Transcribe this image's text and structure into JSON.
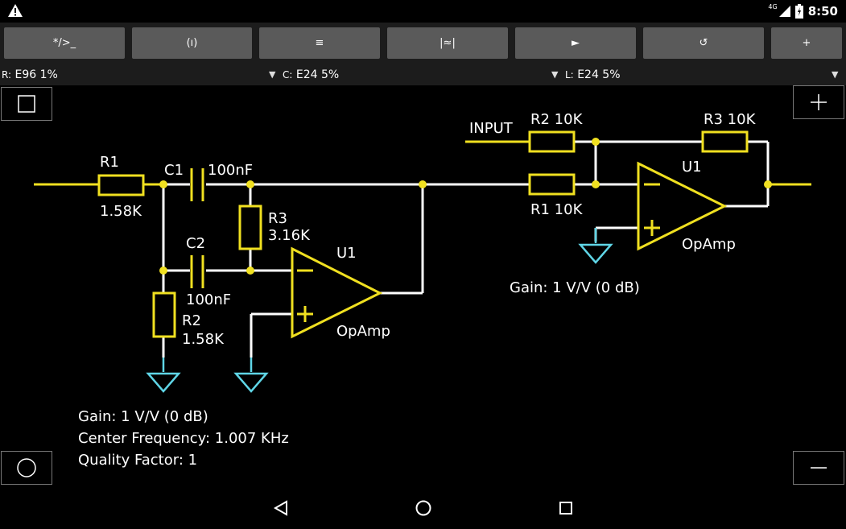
{
  "status": {
    "network": "4G",
    "time": "8:50"
  },
  "toolbar": {
    "buttons": [
      "*/>_",
      "(ı)",
      "≡",
      "|≈|",
      "►",
      "↺",
      "+"
    ]
  },
  "tolerances": {
    "r": {
      "label": "R:",
      "value": "E96 1%"
    },
    "c": {
      "label": "C:",
      "value": "E24 5%"
    },
    "l": {
      "label": "L:",
      "value": "E24 5%"
    }
  },
  "circuit1": {
    "r1_name": "R1",
    "r1_value": "1.58K",
    "c1_name": "C1",
    "c1_value": "100nF",
    "r3_name": "R3",
    "r3_value": "3.16K",
    "c2_name": "C2",
    "c2_value": "100nF",
    "r2_name": "R2",
    "r2_value": "1.58K",
    "u1_name": "U1",
    "u1_type": "OpAmp",
    "gain": "Gain: 1 V/V (0 dB)",
    "center_freq": "Center Frequency: 1.007 KHz",
    "quality": "Quality Factor: 1"
  },
  "circuit2": {
    "input_label": "INPUT",
    "r2_label": "R2 10K",
    "r3_label": "R3 10K",
    "r1_label": "R1 10K",
    "u1_name": "U1",
    "u1_type": "OpAmp",
    "gain": "Gain: 1 V/V (0 dB)"
  },
  "colors": {
    "component": "#f0e020",
    "wire": "#ffffff",
    "ground": "#5fd5e6",
    "button": "#5a5a5a"
  }
}
